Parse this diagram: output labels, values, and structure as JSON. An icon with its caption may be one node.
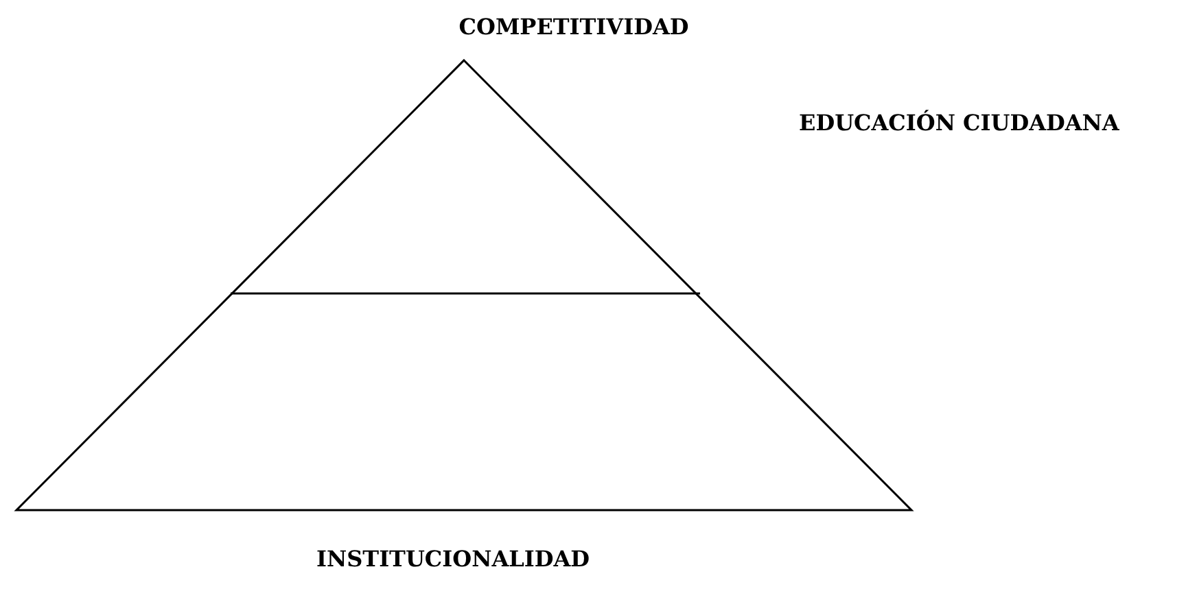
{
  "diagram": {
    "labels": [
      "COMPETITIVIDAD",
      "EDUCACIÓN CIUDADANA",
      "INSTITUCIONALIDAD"
    ]
  }
}
